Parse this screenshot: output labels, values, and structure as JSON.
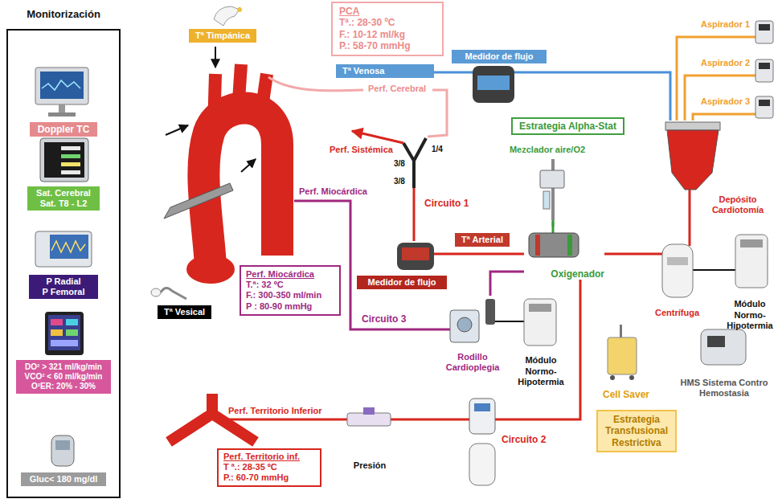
{
  "diagram": {
    "nodes": [
      {
        "text": [
          "Monitorización"
        ]
      },
      {
        "text": [
          "Doppler TC"
        ],
        "in": 0
      },
      {
        "text": [
          "Sat. Cerebral",
          "Sat. T8 - L2"
        ],
        "in": 0
      },
      {
        "text": [
          "P Radial",
          "P Femoral"
        ],
        "in": 0
      },
      {
        "text": [
          "DO² > 321 ml/kg/min",
          "VCO² < 60 ml/kg/min",
          "O²ER: 20% - 30%"
        ],
        "in": 0
      },
      {
        "text": [
          "Gluc< 180 mg/dl"
        ],
        "in": 0
      },
      {
        "text": [
          "Tª Timpánica"
        ]
      },
      {
        "text": [
          "PCA",
          "Tª.: 28-30 ºC",
          "F.: 10-12 ml/kg",
          "P.: 58-70 mmHg"
        ]
      },
      {
        "text": [
          "Aspirador 1"
        ]
      },
      {
        "text": [
          "Medidor de flujo"
        ]
      },
      {
        "text": [
          "Tª Venosa"
        ]
      },
      {
        "text": [
          "Aspirador 2"
        ]
      },
      {
        "text": [
          "Aspirador 3"
        ]
      },
      {
        "text": [
          "Estrategia Alpha-Stat"
        ]
      },
      {
        "text": [
          "Mezclador aire/O2"
        ]
      },
      {
        "text": [
          "Depósito Cardiotomía"
        ]
      },
      {
        "text": [
          "Tª Arterial"
        ]
      },
      {
        "text": [
          "Oxigenador"
        ]
      },
      {
        "text": [
          "Medidor de flujo"
        ]
      },
      {
        "text": [
          "Centrífuga"
        ]
      },
      {
        "text": [
          "Módulo Normo-Hipotermia"
        ]
      },
      {
        "text": [
          "Perf. Miocárdica",
          "T.ª: 32 ºC",
          "F.: 300-350 ml/min",
          "P : 80-90 mmHg"
        ]
      },
      {
        "text": [
          "Tª Vesical"
        ]
      },
      {
        "text": [
          "Rodillo Cardioplegia"
        ]
      },
      {
        "text": [
          "Módulo Normo-Hipotermia"
        ]
      },
      {
        "text": [
          "Cell Saver"
        ]
      },
      {
        "text": [
          "HMS Sistema Contro Hemostasia"
        ]
      },
      {
        "text": [
          "Estrategia Transfusional Restrictiva"
        ]
      },
      {
        "text": [
          "Presión"
        ]
      },
      {
        "text": [
          "Perf. Territorio inf.",
          "T ª.: 28-35 ºC",
          "P.: 60-70 mmHg"
        ]
      }
    ],
    "edges": [
      {
        "from": 10,
        "to": 9,
        "arrow": "none"
      },
      {
        "from": 9,
        "to": 15,
        "arrow": "none"
      },
      {
        "from": 8,
        "to": 15,
        "arrow": "none"
      },
      {
        "from": 11,
        "to": 15,
        "arrow": "none"
      },
      {
        "from": 12,
        "to": 15,
        "arrow": "none"
      },
      {
        "from": 15,
        "to": 19,
        "arrow": "none"
      },
      {
        "from": 19,
        "to": 17,
        "arrow": "none"
      },
      {
        "from": 19,
        "to": 20,
        "arrow": "none"
      },
      {
        "from": 14,
        "to": 17,
        "arrow": "none"
      },
      {
        "from": 17,
        "to": 18,
        "arrow": "none"
      },
      {
        "from": 17,
        "to": 23,
        "arrow": "none"
      },
      {
        "from": 23,
        "to": 24,
        "arrow": "none"
      },
      {
        "from": 17,
        "to": 28,
        "arrow": "none"
      }
    ],
    "labels": [
      "Perf. Cerebral",
      "Perf. Sistémica",
      "1/4",
      "3/8",
      "3/8",
      "Circuito 1",
      "Perf. Miocárdica",
      "Circuito 3",
      "Perf. Territorio Inferior",
      "Circuito 2"
    ]
  }
}
